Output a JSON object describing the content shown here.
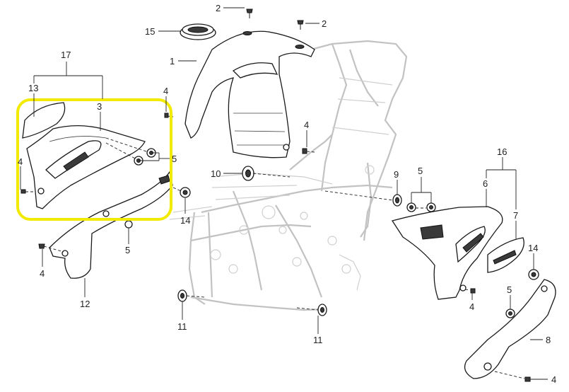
{
  "diagram": {
    "highlight_color": "#f2ea00",
    "callouts": {
      "c1": "1",
      "c2a": "2",
      "c2b": "2",
      "c3": "3",
      "c4_left_top": "4",
      "c4_center": "4",
      "c4_far_left": "4",
      "c4_bottom_left": "4",
      "c4_right_mid": "4",
      "c4_right_bottom": "4",
      "c5_left": "5",
      "c5_left_low": "5",
      "c5_right_top": "5",
      "c5_right_low": "5",
      "c6": "6",
      "c7": "7",
      "c8": "8",
      "c9": "9",
      "c10": "10",
      "c11_left": "11",
      "c11_right": "11",
      "c12": "12",
      "c13": "13",
      "c14_left": "14",
      "c14_right": "14",
      "c15": "15",
      "c16": "16",
      "c17": "17"
    }
  }
}
